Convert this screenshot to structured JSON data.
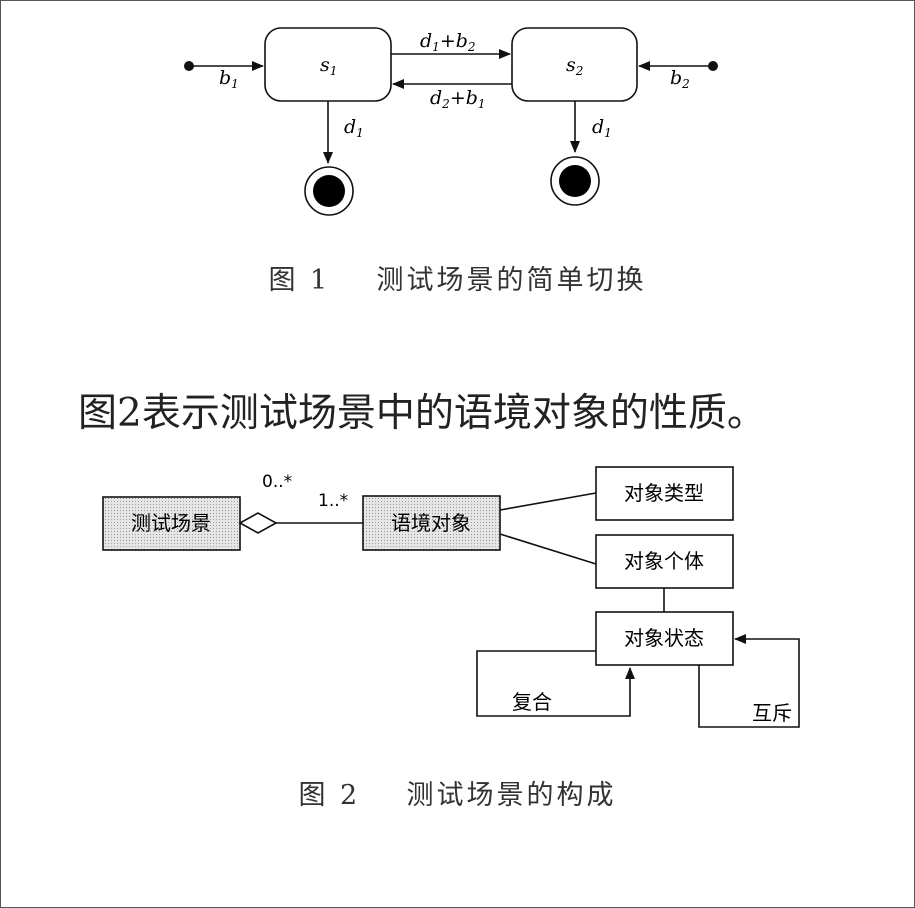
{
  "figure1": {
    "states": [
      {
        "id": "s1",
        "label": "s",
        "sub": "1"
      },
      {
        "id": "s2",
        "label": "s",
        "sub": "2"
      }
    ],
    "edges": {
      "b1": {
        "label": "b",
        "sub": "1"
      },
      "b2": {
        "label": "b",
        "sub": "2"
      },
      "s1_to_s2": {
        "p1": "d",
        "s1": "1",
        "op": "+",
        "p2": "b",
        "s2": "2"
      },
      "s2_to_s1": {
        "p1": "d",
        "s1": "2",
        "op": "+",
        "p2": "b",
        "s2": "1"
      },
      "s1_exit": {
        "label": "d",
        "sub": "1"
      },
      "s2_exit": {
        "label": "d",
        "sub": "1"
      }
    },
    "caption": {
      "num": "图 1",
      "text": "测试场景的简单切换"
    }
  },
  "body_text": "图2表示测试场景中的语境对象的性质。",
  "figure2": {
    "boxes": {
      "scene": "测试场景",
      "context": "语境对象",
      "type": "对象类型",
      "individual": "对象个体",
      "state": "对象状态"
    },
    "multiplicity": {
      "left": "0..*",
      "right": "1..*"
    },
    "loops": {
      "composite": "复合",
      "exclusive": "互斥"
    },
    "caption": {
      "num": "图 2",
      "text": "测试场景的构成"
    }
  }
}
